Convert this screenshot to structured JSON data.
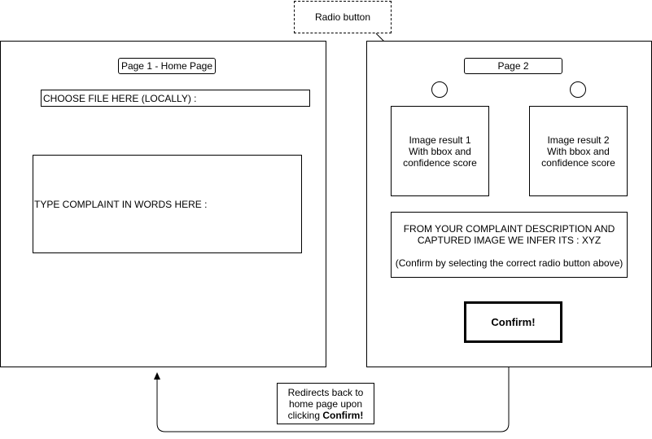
{
  "callout": {
    "radio_button": "Radio button"
  },
  "page1": {
    "title": "Page 1 - Home Page",
    "file_field": "CHOOSE FILE HERE (LOCALLY) :",
    "complaint_field": "TYPE COMPLAINT IN WORDS HERE :"
  },
  "page2": {
    "title": "Page 2",
    "image_result_1": "Image result 1\nWith bbox and\nconfidence score",
    "image_result_2": "Image result 2\nWith bbox and\nconfidence score",
    "inference_text": "FROM YOUR COMPLAINT DESCRIPTION AND\nCAPTURED IMAGE WE INFER ITS : XYZ",
    "confirm_hint": "(Confirm by selecting the correct radio button above)",
    "confirm_button": "Confirm!"
  },
  "redirect_note": {
    "prefix": "Redirects back to\nhome page upon\nclicking ",
    "bold": "Confirm!"
  }
}
